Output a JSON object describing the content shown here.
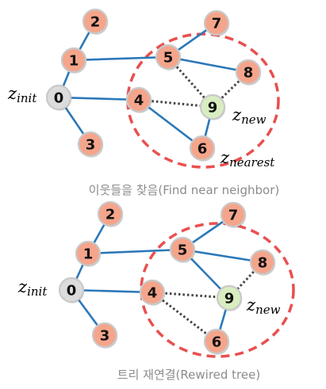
{
  "colors": {
    "node_fill": "#f4a58b",
    "node_stroke": "#c9c9c9",
    "root_fill": "#dcdcdc",
    "new_fill": "#d8edc0",
    "tree_edge": "#2b78b8",
    "near_edge": "#444444",
    "circle": "#e8504f",
    "caption": "#8c8c8c"
  },
  "panels": [
    {
      "id": "top",
      "caption": "이웃들을 찾음(Find near neighbor)",
      "nodes": [
        {
          "id": "0",
          "label": "0",
          "kind": "root"
        },
        {
          "id": "1",
          "label": "1",
          "kind": "normal"
        },
        {
          "id": "2",
          "label": "2",
          "kind": "normal"
        },
        {
          "id": "3",
          "label": "3",
          "kind": "normal"
        },
        {
          "id": "4",
          "label": "4",
          "kind": "normal"
        },
        {
          "id": "5",
          "label": "5",
          "kind": "normal"
        },
        {
          "id": "6",
          "label": "6",
          "kind": "normal"
        },
        {
          "id": "7",
          "label": "7",
          "kind": "normal"
        },
        {
          "id": "8",
          "label": "8",
          "kind": "normal"
        },
        {
          "id": "9",
          "label": "9",
          "kind": "new"
        }
      ],
      "edges": [
        {
          "from": "0",
          "to": "1",
          "style": "tree"
        },
        {
          "from": "1",
          "to": "2",
          "style": "tree"
        },
        {
          "from": "0",
          "to": "3",
          "style": "tree"
        },
        {
          "from": "0",
          "to": "4",
          "style": "tree"
        },
        {
          "from": "1",
          "to": "5",
          "style": "tree"
        },
        {
          "from": "5",
          "to": "7",
          "style": "tree"
        },
        {
          "from": "5",
          "to": "8",
          "style": "tree"
        },
        {
          "from": "4",
          "to": "6",
          "style": "tree"
        },
        {
          "from": "6",
          "to": "9",
          "style": "tree"
        },
        {
          "from": "4",
          "to": "9",
          "style": "near"
        },
        {
          "from": "5",
          "to": "9",
          "style": "near"
        },
        {
          "from": "8",
          "to": "9",
          "style": "near"
        }
      ],
      "labels": {
        "z_init": {
          "main": "z",
          "sub": "init"
        },
        "z_new": {
          "main": "z",
          "sub": "new"
        },
        "z_nearest": {
          "main": "z",
          "sub": "nearest"
        }
      }
    },
    {
      "id": "bottom",
      "caption": "트리 재연결(Rewired tree)",
      "nodes": [
        {
          "id": "0",
          "label": "0",
          "kind": "root"
        },
        {
          "id": "1",
          "label": "1",
          "kind": "normal"
        },
        {
          "id": "2",
          "label": "2",
          "kind": "normal"
        },
        {
          "id": "3",
          "label": "3",
          "kind": "normal"
        },
        {
          "id": "4",
          "label": "4",
          "kind": "normal"
        },
        {
          "id": "5",
          "label": "5",
          "kind": "normal"
        },
        {
          "id": "6",
          "label": "6",
          "kind": "normal"
        },
        {
          "id": "7",
          "label": "7",
          "kind": "normal"
        },
        {
          "id": "8",
          "label": "8",
          "kind": "normal"
        },
        {
          "id": "9",
          "label": "9",
          "kind": "new"
        }
      ],
      "edges": [
        {
          "from": "0",
          "to": "1",
          "style": "tree"
        },
        {
          "from": "1",
          "to": "2",
          "style": "tree"
        },
        {
          "from": "0",
          "to": "3",
          "style": "tree"
        },
        {
          "from": "0",
          "to": "4",
          "style": "tree"
        },
        {
          "from": "1",
          "to": "5",
          "style": "tree"
        },
        {
          "from": "5",
          "to": "7",
          "style": "tree"
        },
        {
          "from": "5",
          "to": "8",
          "style": "tree"
        },
        {
          "from": "5",
          "to": "9",
          "style": "tree"
        },
        {
          "from": "9",
          "to": "6",
          "style": "tree"
        },
        {
          "from": "4",
          "to": "9",
          "style": "near"
        },
        {
          "from": "4",
          "to": "6",
          "style": "near"
        },
        {
          "from": "8",
          "to": "9",
          "style": "near"
        }
      ],
      "labels": {
        "z_init": {
          "main": "z",
          "sub": "init"
        },
        "z_new": {
          "main": "z",
          "sub": "new"
        }
      }
    }
  ]
}
